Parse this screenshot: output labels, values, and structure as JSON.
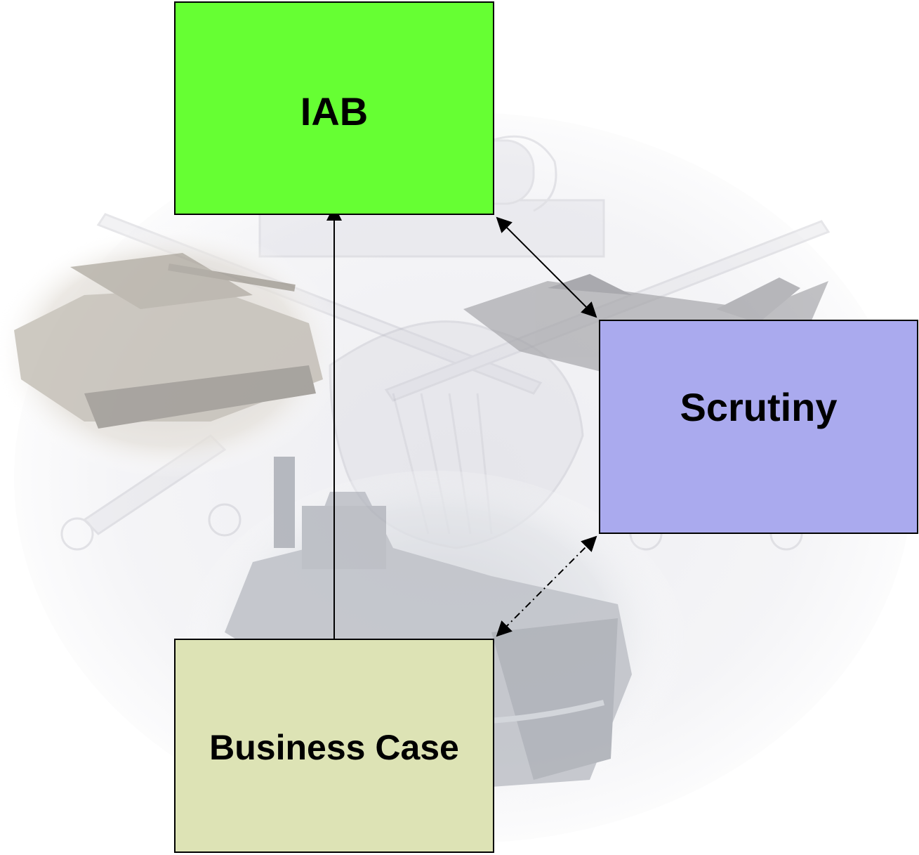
{
  "diagram": {
    "nodes": [
      {
        "id": "iab",
        "label": "IAB",
        "fill": "#66ff33"
      },
      {
        "id": "scrutiny",
        "label": "Scrutiny",
        "fill": "#aaaaee"
      },
      {
        "id": "business_case",
        "label": "Business Case",
        "fill": "#dde3b5"
      }
    ],
    "edges": [
      {
        "from": "business_case",
        "to": "iab",
        "style": "solid",
        "arrowheads": "end"
      },
      {
        "from": "iab",
        "to": "scrutiny",
        "style": "solid",
        "arrowheads": "both"
      },
      {
        "from": "scrutiny",
        "to": "business_case",
        "style": "dash-dot",
        "arrowheads": "both"
      }
    ],
    "background": "faded defence montage: eagle crest emblem, tank, fighter jet, warship"
  },
  "colors": {
    "line": "#000000",
    "background": "#ffffff"
  }
}
